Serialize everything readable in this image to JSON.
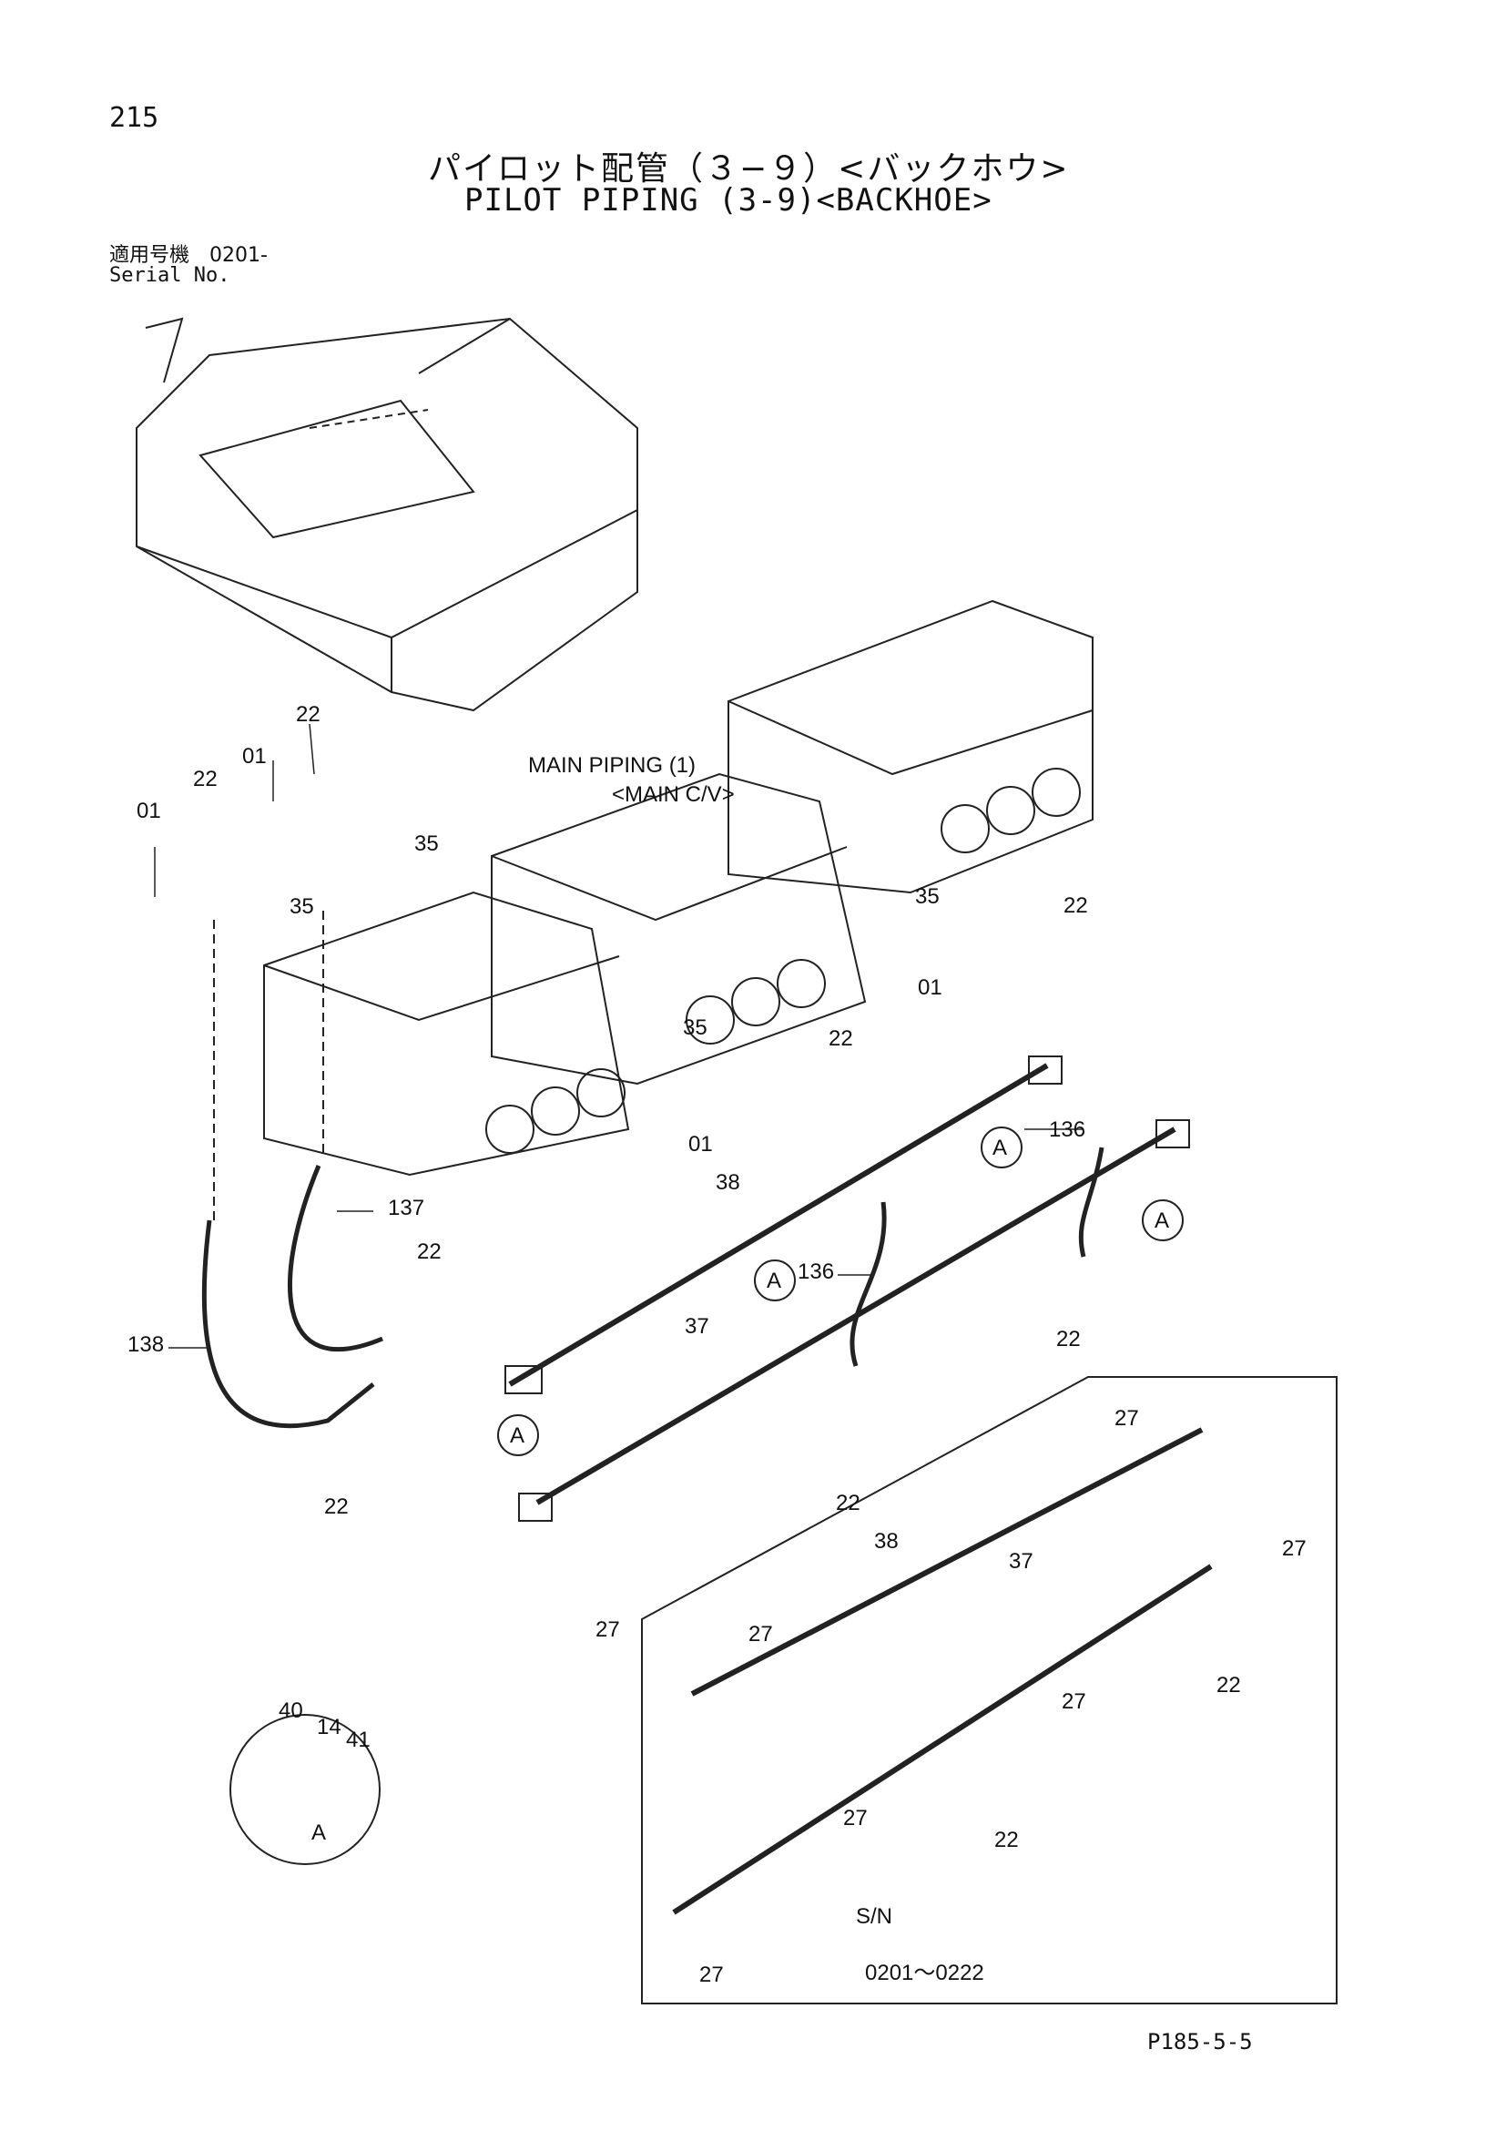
{
  "header": {
    "page_number": "215",
    "title_jp": "パイロット配管（３−９）<バックホウ>",
    "title_en": "PILOT PIPING (3-9)<BACKHOE>",
    "serial_label_jp": "適用号機　0201-",
    "serial_label_en": "Serial No."
  },
  "callouts": {
    "main_piping_line1": "MAIN PIPING (1)",
    "main_piping_line2": "<MAIN C/V>",
    "detail_letter": "A",
    "sn_label": "S/N",
    "sn_range": "0201～0222"
  },
  "part_labels": {
    "p01": "01",
    "p14": "14",
    "p22": "22",
    "p27": "27",
    "p35": "35",
    "p37": "37",
    "p38": "38",
    "p40": "40",
    "p41": "41",
    "p136": "136",
    "p137": "137",
    "p138": "138"
  },
  "footer": {
    "drawing_code": "P185-5-5"
  }
}
